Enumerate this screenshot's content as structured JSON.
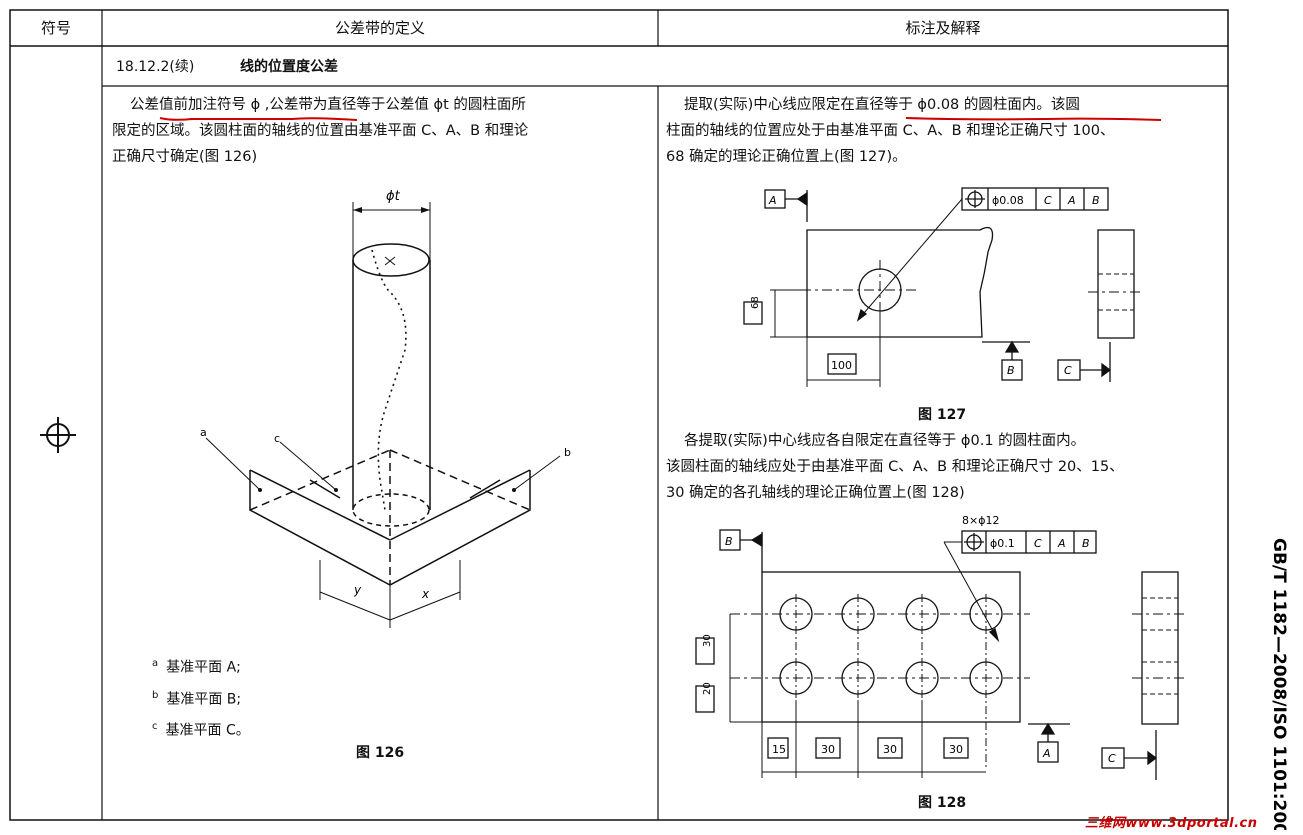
{
  "header": {
    "col_symbol": "符号",
    "col_definition": "公差带的定义",
    "col_annotation": "标注及解释"
  },
  "section": {
    "number": "18.12.2(续)",
    "title": "线的位置度公差"
  },
  "symbol": {
    "icon": "position-tolerance-icon"
  },
  "definition": {
    "text": "公差值前加注符号ϕ,公差带为直径等于公差值ϕt的圆柱面所限定的区域。该圆柱面的轴线的位置由基准平面C、A、B和理论正确尺寸确定(图126)",
    "line1": "公差值前加注符号 ϕ ,公差带为直径等于公差值 ϕt 的圆柱面所",
    "line2": "限定的区域。该圆柱面的轴线的位置由基准平面 C、A、B 和理论",
    "line3": "正确尺寸确定(图 126)",
    "figure_dim_label": "ϕt",
    "callouts": [
      "a",
      "b",
      "c"
    ],
    "axis_labels": [
      "y",
      "x"
    ],
    "notes": [
      {
        "mark": "a",
        "text": "基准平面 A;"
      },
      {
        "mark": "b",
        "text": "基准平面 B;"
      },
      {
        "mark": "c",
        "text": "基准平面 C。"
      }
    ],
    "figure_caption": "图 126"
  },
  "annotation": {
    "para1_line1": "提取(实际)中心线应限定在直径等于 ϕ0.08 的圆柱面内。该圆",
    "para1_line2": "柱面的轴线的位置应处于由基准平面 C、A、B 和理论正确尺寸 100、",
    "para1_line3": "68 确定的理论正确位置上(图 127)。",
    "fig127": {
      "frame_tol": "ϕ0.08",
      "frame_datums": [
        "C",
        "A",
        "B"
      ],
      "datum_a": "A",
      "datum_b": "B",
      "datum_c": "C",
      "dim_h": "100",
      "dim_v": "68",
      "caption": "图 127"
    },
    "para2_line1": "各提取(实际)中心线应各自限定在直径等于 ϕ0.1 的圆柱面内。",
    "para2_line2": "该圆柱面的轴线应处于由基准平面 C、A、B 和理论正确尺寸 20、15、",
    "para2_line3": "30 确定的各孔轴线的理论正确位置上(图 128)",
    "fig128": {
      "hole_note": "8×ϕ12",
      "frame_tol": "ϕ0.1",
      "frame_datums": [
        "C",
        "A",
        "B"
      ],
      "datum_a": "A",
      "datum_b": "B",
      "datum_c": "C",
      "dims_h": [
        "15",
        "30",
        "30",
        "30"
      ],
      "dims_v": [
        "30",
        "20"
      ],
      "caption": "图 128"
    }
  },
  "side_code": "GB/T 1182—2008/ISO 1101:200",
  "watermark": "三维网www.3dportal.cn"
}
